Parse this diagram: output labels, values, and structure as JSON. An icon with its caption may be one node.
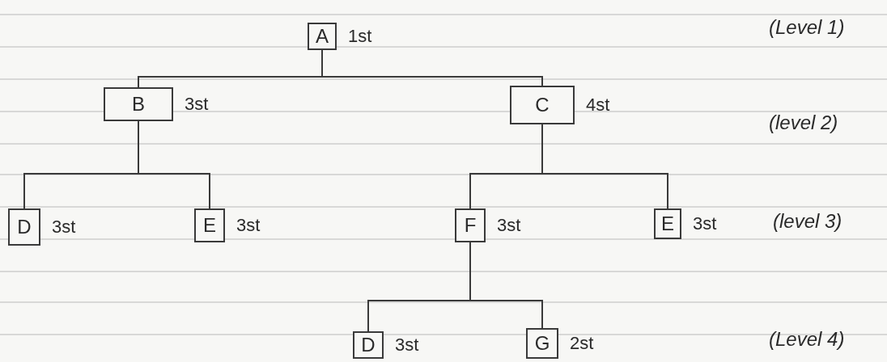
{
  "diagram": {
    "nodes": [
      {
        "text": [
          "A"
        ],
        "beside": [
          "1st"
        ]
      },
      {
        "text": [
          "B"
        ],
        "beside": [
          "3st"
        ]
      },
      {
        "text": [
          "C"
        ],
        "beside": [
          "4st"
        ]
      },
      {
        "text": [
          "D"
        ],
        "beside": [
          "3st"
        ]
      },
      {
        "text": [
          "E"
        ],
        "beside": [
          "3st"
        ]
      },
      {
        "text": [
          "F"
        ],
        "beside": [
          "3st"
        ]
      },
      {
        "text": [
          "E"
        ],
        "beside": [
          "3st"
        ]
      },
      {
        "text": [
          "D"
        ],
        "beside": [
          "3st"
        ]
      },
      {
        "text": [
          "G"
        ],
        "beside": [
          "2st"
        ]
      }
    ],
    "edges": [
      {
        "from": 0,
        "to": 1,
        "arrow": "none"
      },
      {
        "from": 0,
        "to": 2,
        "arrow": "none"
      },
      {
        "from": 1,
        "to": 3,
        "arrow": "none"
      },
      {
        "from": 1,
        "to": 4,
        "arrow": "none"
      },
      {
        "from": 2,
        "to": 5,
        "arrow": "none"
      },
      {
        "from": 2,
        "to": 6,
        "arrow": "none"
      },
      {
        "from": 5,
        "to": 7,
        "arrow": "none"
      },
      {
        "from": 5,
        "to": 8,
        "arrow": "none"
      }
    ],
    "labels": [
      "(Level 1)",
      "(level 2)",
      "(level 3)",
      "(Level 4)"
    ]
  }
}
